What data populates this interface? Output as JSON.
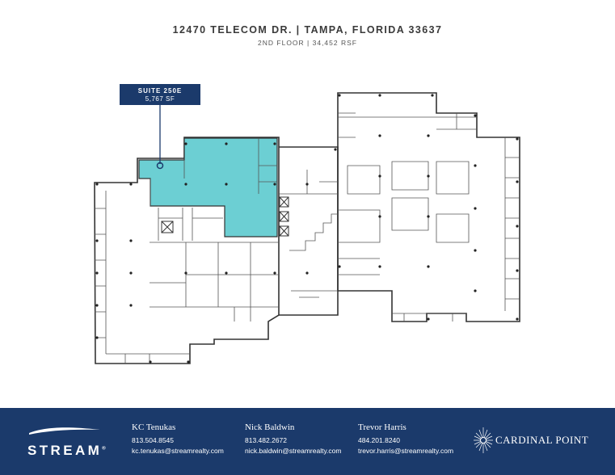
{
  "header": {
    "title": "12470 TELECOM DR.  |  TAMPA, FLORIDA 33637",
    "subtitle": "2ND FLOOR  |  34,452 RSF"
  },
  "suite": {
    "name": "SUITE 250E",
    "area": "5,767 SF",
    "highlight_color": "#6ccfd3"
  },
  "brand": {
    "logo": "STREAM",
    "logo_mark": "®",
    "partner": "CARDINAL POINT",
    "background_color": "#1b3a6b"
  },
  "contacts": [
    {
      "name": "KC Tenukas",
      "phone": "813.504.8545",
      "email": "kc.tenukas@streamrealty.com"
    },
    {
      "name": "Nick Baldwin",
      "phone": "813.482.2672",
      "email": "nick.baldwin@streamrealty.com"
    },
    {
      "name": "Trevor Harris",
      "phone": "484.201.8240",
      "email": "trevor.harris@streamrealty.com"
    }
  ]
}
